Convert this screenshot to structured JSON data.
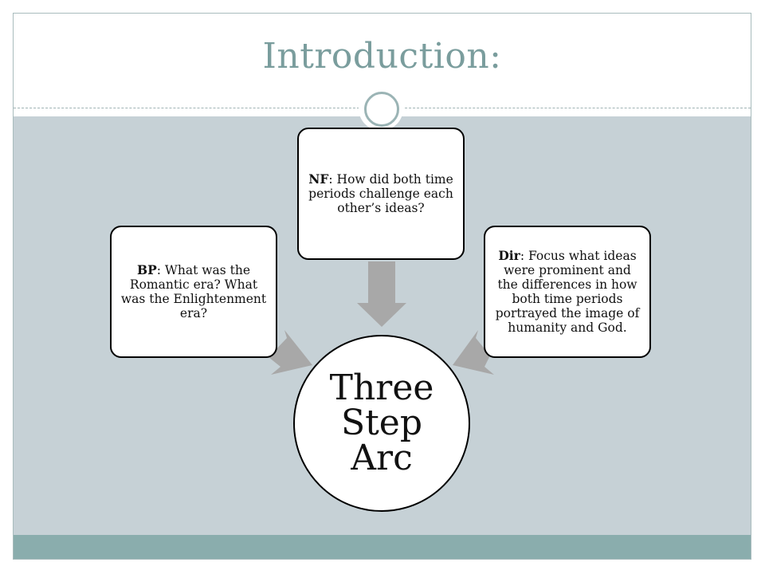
{
  "slide": {
    "title": "Introduction:",
    "colors": {
      "title": "#7a9d9d",
      "content_band": "#c6d1d6",
      "footer_band": "#8aadad",
      "arrow": "#a8a8a8"
    }
  },
  "diagram": {
    "center": {
      "lines": [
        "Three",
        "Step",
        "Arc"
      ]
    },
    "nodes": [
      {
        "key": "BP",
        "label": "BP",
        "text": ": What was the Romantic era? What was the Enlightenment era?"
      },
      {
        "key": "NF",
        "label": "NF",
        "text": ": How did both time periods challenge each other’s ideas?"
      },
      {
        "key": "Dir",
        "label": "Dir",
        "text": ": Focus what ideas were prominent and the differences in how both time periods portrayed the image of humanity and God."
      }
    ]
  }
}
